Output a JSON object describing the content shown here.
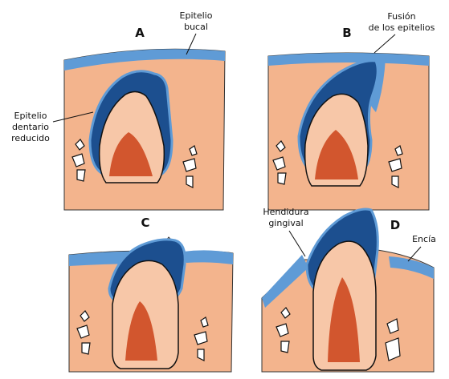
{
  "panels": {
    "a": {
      "letter": "A"
    },
    "b": {
      "letter": "B"
    },
    "c": {
      "letter": "C"
    },
    "d": {
      "letter": "D"
    }
  },
  "labels": {
    "epitelio_bucal": [
      "Epitelio",
      "bucal"
    ],
    "fusion": [
      "Fusión",
      "de los epitelios"
    ],
    "epitelio_dentario": [
      "Epitelio",
      "dentario",
      "reducido"
    ],
    "hendidura": [
      "Hendidura",
      "gingival"
    ],
    "encia": "Encía"
  },
  "colors": {
    "tissue": "#f3b48d",
    "epithelium": "#5f9bd6",
    "enamel": "#1c4f8f",
    "pulp": "#d2562e",
    "dentin": "#f7c7a8",
    "bone": "#ffffff",
    "outline": "#111111"
  }
}
